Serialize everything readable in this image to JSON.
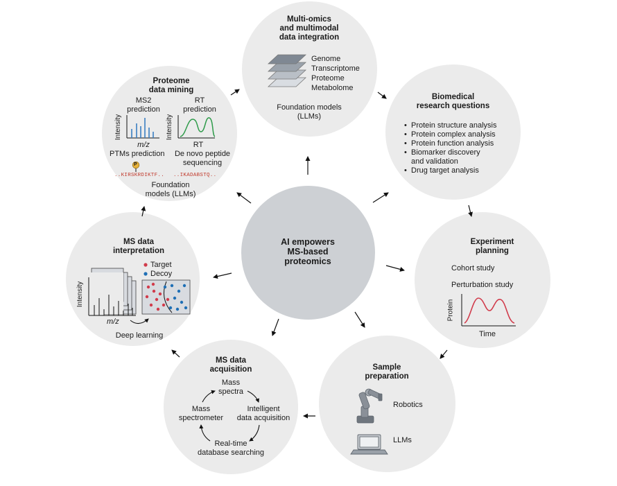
{
  "center": {
    "line1": "AI empowers",
    "line2": "MS-based",
    "line3": "proteomics"
  },
  "multiomics": {
    "title_lines": [
      "Multi-omics",
      "and multimodal",
      "data integration"
    ],
    "layers": [
      "Genome",
      "Transcriptome",
      "Proteome",
      "Metabolome"
    ],
    "footer_lines": [
      "Foundation models",
      "(LLMs)"
    ]
  },
  "biomedical": {
    "title_lines": [
      "Biomedical",
      "research questions"
    ],
    "items": [
      "Protein structure analysis",
      "Protein complex analysis",
      "Protein function analysis",
      "Biomarker discovery",
      "and validation",
      "Drug target analysis"
    ]
  },
  "experiment": {
    "title_lines": [
      "Experiment",
      "planning"
    ],
    "options": [
      "Cohort study",
      "Perturbation study"
    ],
    "plot": {
      "ylabel": "Protein",
      "xlabel": "Time"
    }
  },
  "sample": {
    "title_lines": [
      "Sample",
      "preparation"
    ],
    "items": [
      "Robotics",
      "LLMs"
    ]
  },
  "acquisition": {
    "title_lines": [
      "MS data",
      "acquisition"
    ],
    "cycle": {
      "top": [
        "Mass",
        "spectra"
      ],
      "right": [
        "Intelligent",
        "data acquisition"
      ],
      "bottom": [
        "Real-time",
        "database searching"
      ],
      "left": [
        "Mass",
        "spectrometer"
      ]
    }
  },
  "interpretation": {
    "title_lines": [
      "MS data",
      "interpretation"
    ],
    "legend": [
      "Target",
      "Decoy"
    ],
    "ylabel": "Intensity",
    "xlabel": "m/z",
    "footer": "Deep learning",
    "colors": {
      "target": "#d13b4b",
      "decoy": "#1f6fb5"
    }
  },
  "mining": {
    "title_lines": [
      "Proteome",
      "data mining"
    ],
    "ms2_lines": [
      "MS2",
      "prediction"
    ],
    "rt_lines": [
      "RT",
      "prediction"
    ],
    "ylabel": "Intensity",
    "xlabel_ms2": "m/z",
    "xlabel_rt": "RT",
    "ptm": "PTMs prediction",
    "denovo_lines": [
      "De novo peptide",
      "sequencing"
    ],
    "seq_left": "..KIRSKRDIKTF..",
    "seq_right": "..IKADABSTQ..",
    "ptm_marker": "P",
    "footer_lines": [
      "Foundation",
      "models (LLMs)"
    ]
  }
}
